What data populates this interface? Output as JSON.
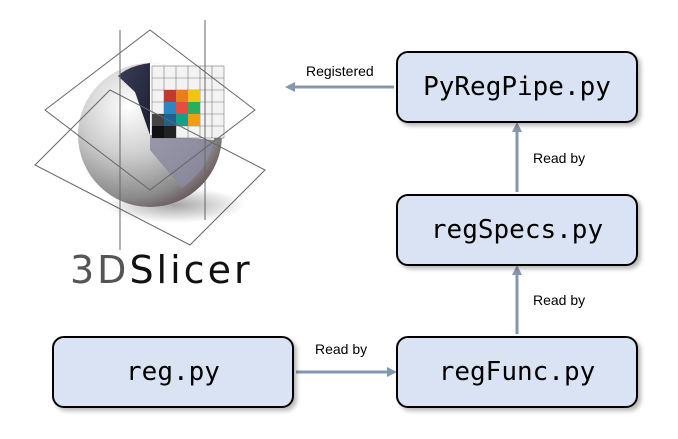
{
  "logo": {
    "text_part1": "3D",
    "text_part2": "Slicer"
  },
  "nodes": {
    "pyregpipe": "PyRegPipe.py",
    "regspecs": "regSpecs.py",
    "regfunc": "regFunc.py",
    "reg": "reg.py"
  },
  "edges": {
    "registered": "Registered",
    "read_by_specs_to_pipe": "Read by",
    "read_by_func_to_specs": "Read by",
    "read_by_reg_to_func": "Read by"
  },
  "colors": {
    "node_fill": "#dae3f3",
    "node_border": "#000000",
    "arrow": "#8497b0"
  }
}
